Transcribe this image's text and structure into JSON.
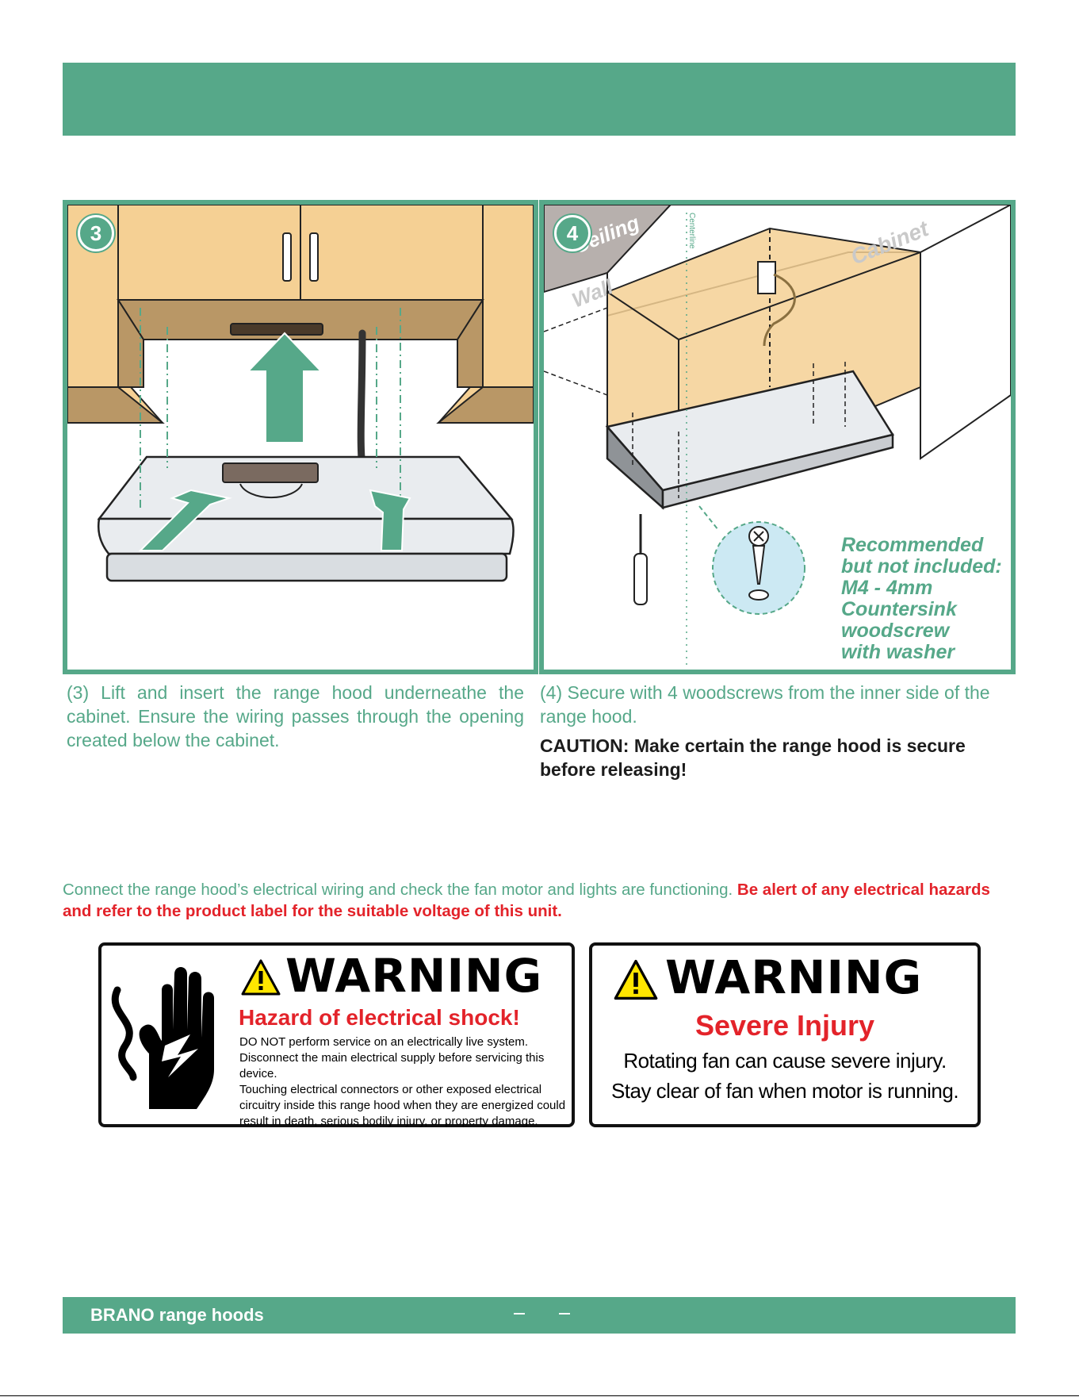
{
  "step3": {
    "badge": "3",
    "caption": "(3) Lift and insert the range hood underneathe the cabinet.  Ensure the wiring passes through the opening created below the cabinet."
  },
  "step4": {
    "badge": "4",
    "labels": {
      "ceiling": "Ceiling",
      "wall": "Wall",
      "cabinet": "Cabinet",
      "centerline": "Centerline"
    },
    "callout": [
      "Recommended",
      "but not included:",
      "M4 - 4mm",
      "Countersink",
      "woodscrew",
      "with washer"
    ],
    "caption": "(4) Secure with 4 woodscrews from the inner side of the range hood.",
    "caution_lines": [
      "CAUTION: Make certain the range hood is secure",
      "before releasing!"
    ]
  },
  "connect": {
    "normal": "Connect the range hood’s electrical wiring and check the fan motor and lights are functioning.  ",
    "alert": "Be alert of any electrical hazards and refer to the product label for the suitable voltage of this unit."
  },
  "warning1": {
    "title": "WARNING",
    "subtitle": "Hazard of electrical shock!",
    "lines": [
      "DO NOT perform service on an electrically live system.",
      "Disconnect the main electrical supply before servicing this device.",
      "Touching electrical connectors or other exposed electrical",
      "circuitry inside this range hood when they are energized could",
      "result in death, serious bodily injury, or property damage."
    ]
  },
  "warning2": {
    "title": "WARNING",
    "subtitle": "Severe Injury",
    "lines": [
      "Rotating fan can cause severe injury.",
      "Stay clear of fan when motor is running."
    ]
  },
  "footer": {
    "brand": "BRANO range hoods"
  },
  "colors": {
    "accent": "#56a889",
    "alert": "#e3232a",
    "cabinet": "#f5d094",
    "cabinet_dark": "#b99766"
  }
}
